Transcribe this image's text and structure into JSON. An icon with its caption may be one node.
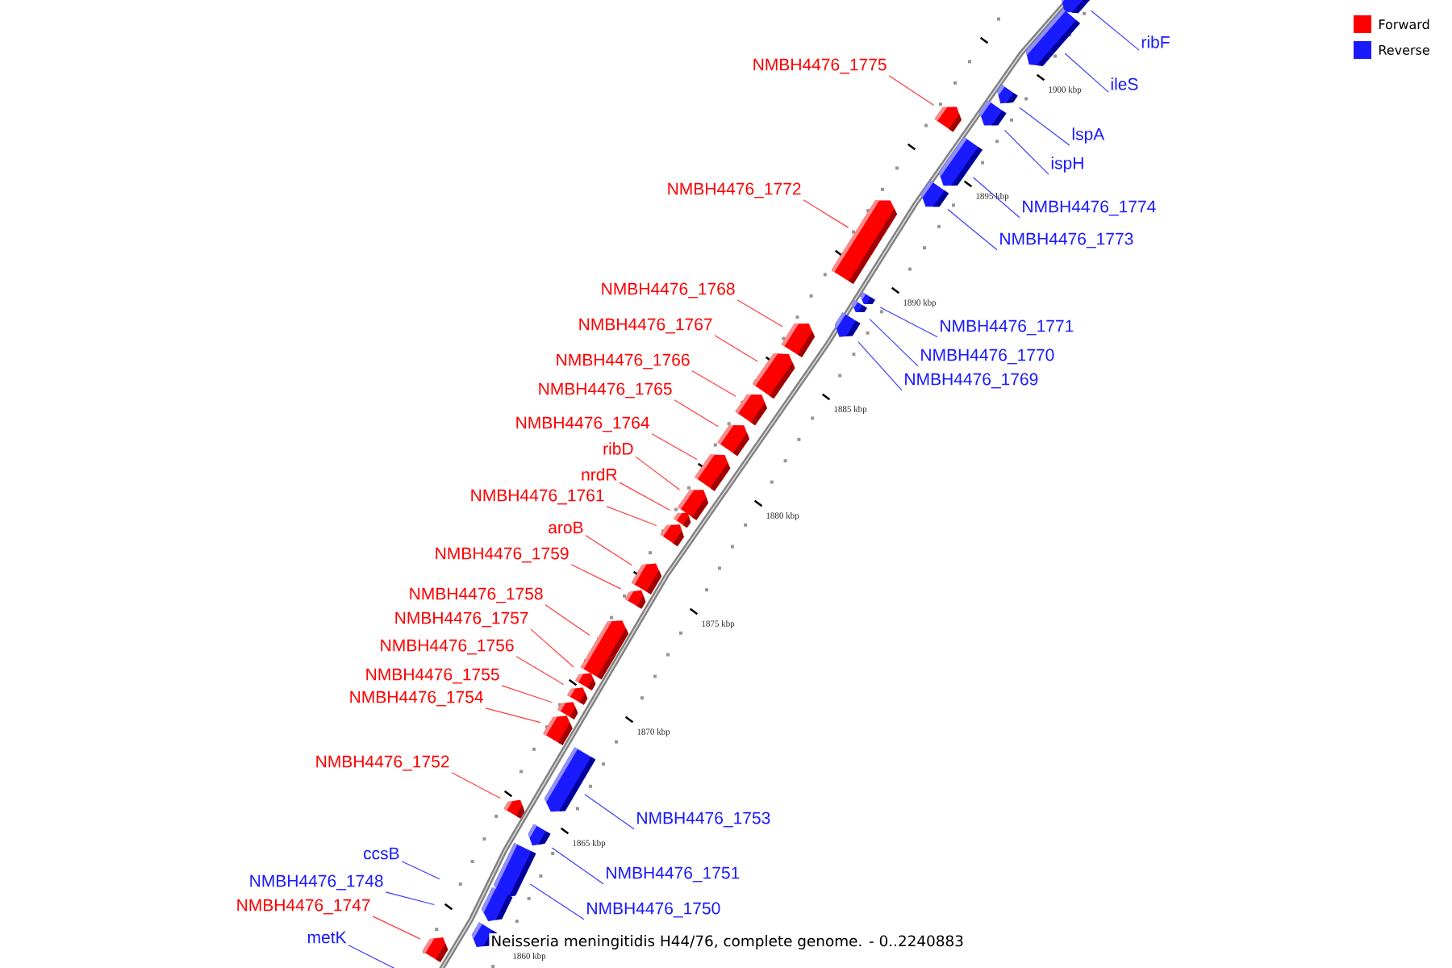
{
  "diagram": {
    "caption": "Neisseria meningitidis H44/76, complete genome. - 0..2240883",
    "nodes": [
      {
        "text": [
          "ribF"
        ]
      },
      {
        "text": [],
        "shape": "box"
      },
      {
        "text": [
          "ileS"
        ]
      },
      {
        "text": [],
        "shape": "box"
      },
      {
        "text": [
          "NMBH4476_1775"
        ]
      },
      {
        "text": [],
        "shape": "box"
      },
      {
        "text": [
          "lspA"
        ]
      },
      {
        "text": [],
        "shape": "box"
      },
      {
        "text": [
          "ispH"
        ]
      },
      {
        "text": [],
        "shape": "box"
      },
      {
        "text": [
          "NMBH4476_1774"
        ]
      },
      {
        "text": [],
        "shape": "box"
      },
      {
        "text": [
          "NMBH4476_1772"
        ]
      },
      {
        "text": [],
        "shape": "box"
      },
      {
        "text": [
          "NMBH4476_1773"
        ]
      },
      {
        "text": [],
        "shape": "box"
      },
      {
        "text": [
          "NMBH4476_1768"
        ]
      },
      {
        "text": [],
        "shape": "box"
      },
      {
        "text": [
          "NMBH4476_1771"
        ]
      },
      {
        "text": [],
        "shape": "box"
      },
      {
        "text": [
          "NMBH4476_1767"
        ]
      },
      {
        "text": [],
        "shape": "box"
      },
      {
        "text": [
          "NMBH4476_1770"
        ]
      },
      {
        "text": [],
        "shape": "box"
      },
      {
        "text": [
          "NMBH4476_1769"
        ]
      },
      {
        "text": [],
        "shape": "box"
      },
      {
        "text": [
          "NMBH4476_1766"
        ]
      },
      {
        "text": [],
        "shape": "box"
      },
      {
        "text": [
          "NMBH4476_1765"
        ]
      },
      {
        "text": [],
        "shape": "box"
      },
      {
        "text": [
          "NMBH4476_1764"
        ]
      },
      {
        "text": [],
        "shape": "box"
      },
      {
        "text": [
          "ribD"
        ]
      },
      {
        "text": [],
        "shape": "box"
      },
      {
        "text": [
          "nrdR"
        ]
      },
      {
        "text": [],
        "shape": "box"
      },
      {
        "text": [
          "NMBH4476_1761"
        ]
      },
      {
        "text": [],
        "shape": "box"
      },
      {
        "text": [
          "aroB"
        ]
      },
      {
        "text": [],
        "shape": "box"
      },
      {
        "text": [
          "NMBH4476_1759"
        ]
      },
      {
        "text": [],
        "shape": "box"
      },
      {
        "text": [
          "NMBH4476_1758"
        ]
      },
      {
        "text": [],
        "shape": "box"
      },
      {
        "text": [
          "NMBH4476_1757"
        ]
      },
      {
        "text": [],
        "shape": "box"
      },
      {
        "text": [
          "NMBH4476_1756"
        ]
      },
      {
        "text": [],
        "shape": "box"
      },
      {
        "text": [
          "NMBH4476_1755"
        ]
      },
      {
        "text": [],
        "shape": "box"
      },
      {
        "text": [
          "NMBH4476_1754"
        ]
      },
      {
        "text": [],
        "shape": "box"
      },
      {
        "text": [
          "NMBH4476_1752"
        ]
      },
      {
        "text": [],
        "shape": "box"
      },
      {
        "text": [
          "NMBH4476_1753"
        ]
      },
      {
        "text": [],
        "shape": "box"
      },
      {
        "text": [
          "NMBH4476_1751"
        ]
      },
      {
        "text": [],
        "shape": "box"
      },
      {
        "text": [
          "ccsB"
        ]
      },
      {
        "text": [
          "NMBH4476_1750"
        ]
      },
      {
        "text": [],
        "shape": "box"
      },
      {
        "text": [
          "NMBH4476_1748"
        ]
      },
      {
        "text": [
          "NMBH4476_1747"
        ]
      },
      {
        "text": [],
        "shape": "box"
      },
      {
        "text": [
          "metK"
        ]
      },
      {
        "text": [],
        "shape": "box"
      },
      {
        "text": [],
        "shape": "box"
      }
    ],
    "edges": [
      {
        "from": 0,
        "to": 1,
        "arrow": "none",
        "color": "#3c3cff"
      },
      {
        "from": 2,
        "to": 3,
        "arrow": "none",
        "color": "#3c3cff"
      },
      {
        "from": 4,
        "to": 5,
        "arrow": "none"
      },
      {
        "from": 6,
        "to": 7,
        "arrow": "none",
        "color": "#3c3cff"
      },
      {
        "from": 8,
        "to": 9,
        "arrow": "none",
        "color": "#3c3cff"
      },
      {
        "from": 10,
        "to": 11,
        "arrow": "none",
        "color": "#3c3cff"
      },
      {
        "from": 12,
        "to": 13,
        "arrow": "none"
      },
      {
        "from": 14,
        "to": 15,
        "arrow": "none",
        "color": "#3c3cff"
      },
      {
        "from": 16,
        "to": 17,
        "arrow": "none"
      },
      {
        "from": 18,
        "to": 19,
        "arrow": "none",
        "color": "#3c3cff"
      },
      {
        "from": 20,
        "to": 21,
        "arrow": "none"
      },
      {
        "from": 22,
        "to": 23,
        "arrow": "none",
        "color": "#3c3cff"
      },
      {
        "from": 24,
        "to": 25,
        "arrow": "none",
        "color": "#3c3cff"
      },
      {
        "from": 26,
        "to": 27,
        "arrow": "none"
      },
      {
        "from": 28,
        "to": 29,
        "arrow": "none"
      },
      {
        "from": 30,
        "to": 31,
        "arrow": "none"
      },
      {
        "from": 32,
        "to": 33,
        "arrow": "none"
      },
      {
        "from": 34,
        "to": 35,
        "arrow": "none"
      },
      {
        "from": 36,
        "to": 37,
        "arrow": "none"
      },
      {
        "from": 38,
        "to": 39,
        "arrow": "none"
      },
      {
        "from": 40,
        "to": 41,
        "arrow": "none"
      },
      {
        "from": 42,
        "to": 43,
        "arrow": "none"
      },
      {
        "from": 44,
        "to": 45,
        "arrow": "none"
      },
      {
        "from": 46,
        "to": 47,
        "arrow": "none"
      },
      {
        "from": 48,
        "to": 49,
        "arrow": "none"
      },
      {
        "from": 50,
        "to": 51,
        "arrow": "none"
      },
      {
        "from": 52,
        "to": 53,
        "arrow": "none"
      },
      {
        "from": 54,
        "to": 55,
        "arrow": "none",
        "color": "#3c3cff"
      },
      {
        "from": 56,
        "to": 57,
        "arrow": "none",
        "color": "#3c3cff"
      },
      {
        "from": 58,
        "to": null,
        "arrow": "none",
        "color": "#3c3cff"
      },
      {
        "from": 59,
        "to": 60,
        "arrow": "none",
        "color": "#3c3cff"
      },
      {
        "from": 61,
        "to": null,
        "arrow": "none",
        "color": "#3c3cff"
      },
      {
        "from": 62,
        "to": 63,
        "arrow": "none"
      },
      {
        "from": 64,
        "to": null,
        "arrow": "none",
        "color": "#3c3cff"
      }
    ],
    "labels": [
      "1900 kbp",
      "1895 kbp",
      "1890 kbp",
      "1885 kbp",
      "1880 kbp",
      "1875 kbp",
      "1870 kbp",
      "1865 kbp",
      "1860 kbp"
    ],
    "legend": [
      {
        "text": "Forward",
        "color": "#ff0000"
      },
      {
        "text": "Reverse",
        "color": "#1a1aff"
      }
    ]
  }
}
